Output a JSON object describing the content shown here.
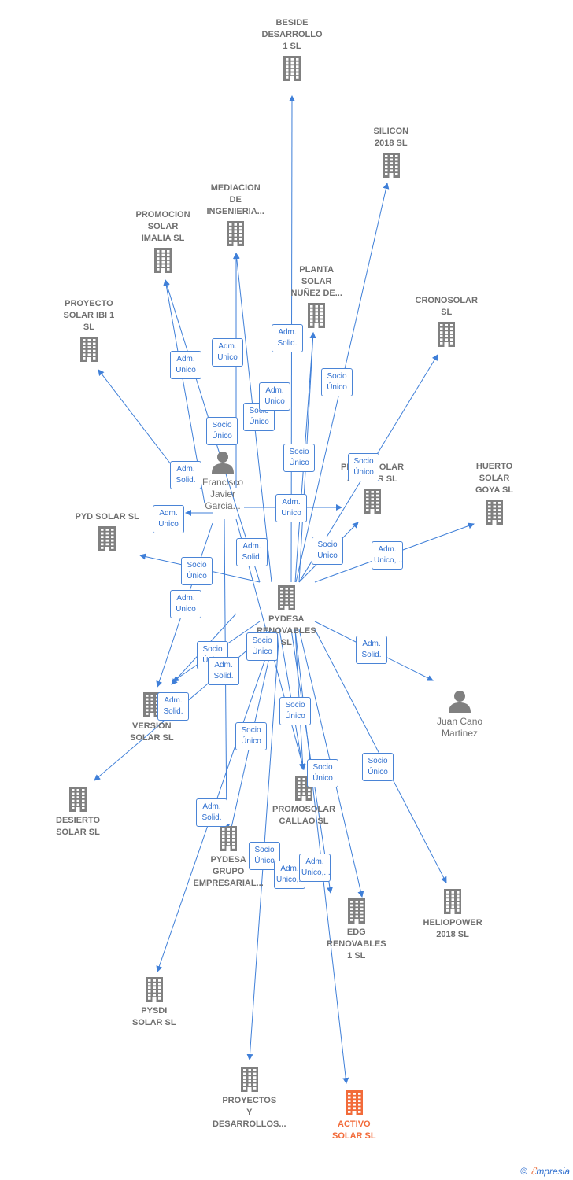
{
  "colors": {
    "edge": "#3f7fd8",
    "node": "#808080",
    "focus": "#f26b3a",
    "label_text": "#2f6fcf"
  },
  "nodes": [
    {
      "id": "beside",
      "label": "BESIDE\nDESARROLLO\n1  SL",
      "kind": "company"
    },
    {
      "id": "silicon",
      "label": "SILICON\n2018  SL",
      "kind": "company"
    },
    {
      "id": "mediacion",
      "label": "MEDIACION\nDE\nINGENIERIA...",
      "kind": "company"
    },
    {
      "id": "promocion_imalia",
      "label": "PROMOCION\nSOLAR\nIMALIA  SL",
      "kind": "company"
    },
    {
      "id": "planta_nunez",
      "label": "PLANTA\nSOLAR\nNUÑEZ DE...",
      "kind": "company"
    },
    {
      "id": "cronosolar",
      "label": "CRONOSOLAR\nSL",
      "kind": "company"
    },
    {
      "id": "proyecto_ibi",
      "label": "PROYECTO\nSOLAR IBI 1\nSL",
      "kind": "company"
    },
    {
      "id": "francisco",
      "label": "Francisco\nJavier\nGarcia...",
      "kind": "person"
    },
    {
      "id": "jupiter",
      "label": "PROMOSOLAR\nJUPITER  SL",
      "kind": "company"
    },
    {
      "id": "huerto_goya",
      "label": "HUERTO\nSOLAR\nGOYA  SL",
      "kind": "company"
    },
    {
      "id": "pyd_solar",
      "label": "PYD SOLAR  SL",
      "kind": "company"
    },
    {
      "id": "pydesa_renovables",
      "label": "PYDESA\nRENOVABLES\nSL",
      "kind": "company"
    },
    {
      "id": "juan_cano",
      "label": "Juan Cano\nMartinez",
      "kind": "person"
    },
    {
      "id": "version_solar",
      "label": "VERSION\nSOLAR  SL",
      "kind": "company"
    },
    {
      "id": "desierto_solar",
      "label": "DESIERTO\nSOLAR  SL",
      "kind": "company"
    },
    {
      "id": "promosolar_callao",
      "label": "PROMOSOLAR\nCALLAO  SL",
      "kind": "company"
    },
    {
      "id": "pydesa_grupo",
      "label": "PYDESA\nGRUPO\nEMPRESARIAL...",
      "kind": "company"
    },
    {
      "id": "heliopower",
      "label": "HELIOPOWER\n2018  SL",
      "kind": "company"
    },
    {
      "id": "edg_renovables",
      "label": "EDG\nRENOVABLES\n1  SL",
      "kind": "company"
    },
    {
      "id": "pysdi_solar",
      "label": "PYSDI\nSOLAR  SL",
      "kind": "company"
    },
    {
      "id": "proyectos_desarrollos",
      "label": "PROYECTOS\nY\nDESARROLLOS...",
      "kind": "company"
    },
    {
      "id": "activo_solar",
      "label": "ACTIVO\nSOLAR  SL",
      "kind": "company",
      "focus": true
    }
  ],
  "edge_labels": [
    {
      "id": "el1",
      "text": "Adm.\nSolid."
    },
    {
      "id": "el2",
      "text": "Adm.\nUnico"
    },
    {
      "id": "el3",
      "text": "Adm.\nUnico"
    },
    {
      "id": "el4",
      "text": "Socio\nÚnico"
    },
    {
      "id": "el5",
      "text": "Adm.\nUnico"
    },
    {
      "id": "el6",
      "text": "Socio\nÚnico"
    },
    {
      "id": "el7",
      "text": "Socio\nÚnico"
    },
    {
      "id": "el8",
      "text": "Socio\nÚnico"
    },
    {
      "id": "el9",
      "text": "Adm.\nSolid."
    },
    {
      "id": "el10",
      "text": "Socio\nÚnico"
    },
    {
      "id": "el11",
      "text": "Adm.\nUnico"
    },
    {
      "id": "el12",
      "text": "Adm.\nUnico"
    },
    {
      "id": "el13",
      "text": "Adm.\nSolid."
    },
    {
      "id": "el14",
      "text": "Socio\nÚnico"
    },
    {
      "id": "el15",
      "text": "Adm.\nUnico,..."
    },
    {
      "id": "el16",
      "text": "Socio\nÚnico"
    },
    {
      "id": "el17",
      "text": "Adm.\nUnico"
    },
    {
      "id": "el18",
      "text": "Adm.\nSolid."
    },
    {
      "id": "el19",
      "text": "Socio\nÚnico"
    },
    {
      "id": "el20",
      "text": "Adm.\nUnico"
    },
    {
      "id": "el21",
      "text": "Adm.\nSolid."
    },
    {
      "id": "el22",
      "text": "Socio\nÚnico"
    },
    {
      "id": "el23",
      "text": "Socio\nÚnico"
    },
    {
      "id": "el24",
      "text": "Socio\nÚnico"
    },
    {
      "id": "el25",
      "text": "Socio\nÚnico"
    },
    {
      "id": "el26",
      "text": "Socio\nÚnico"
    },
    {
      "id": "el27",
      "text": "Adm.\nSolid."
    },
    {
      "id": "el28",
      "text": "Socio\nÚnico"
    },
    {
      "id": "el29",
      "text": "Adm.\nUnico,..."
    },
    {
      "id": "el30",
      "text": "Adm.\nUnico,..."
    },
    {
      "id": "el31",
      "text": "Adm.\nSolid."
    }
  ],
  "footer": {
    "copyright": "©",
    "brand_first": "ℰ",
    "brand_rest": "mpresia"
  }
}
